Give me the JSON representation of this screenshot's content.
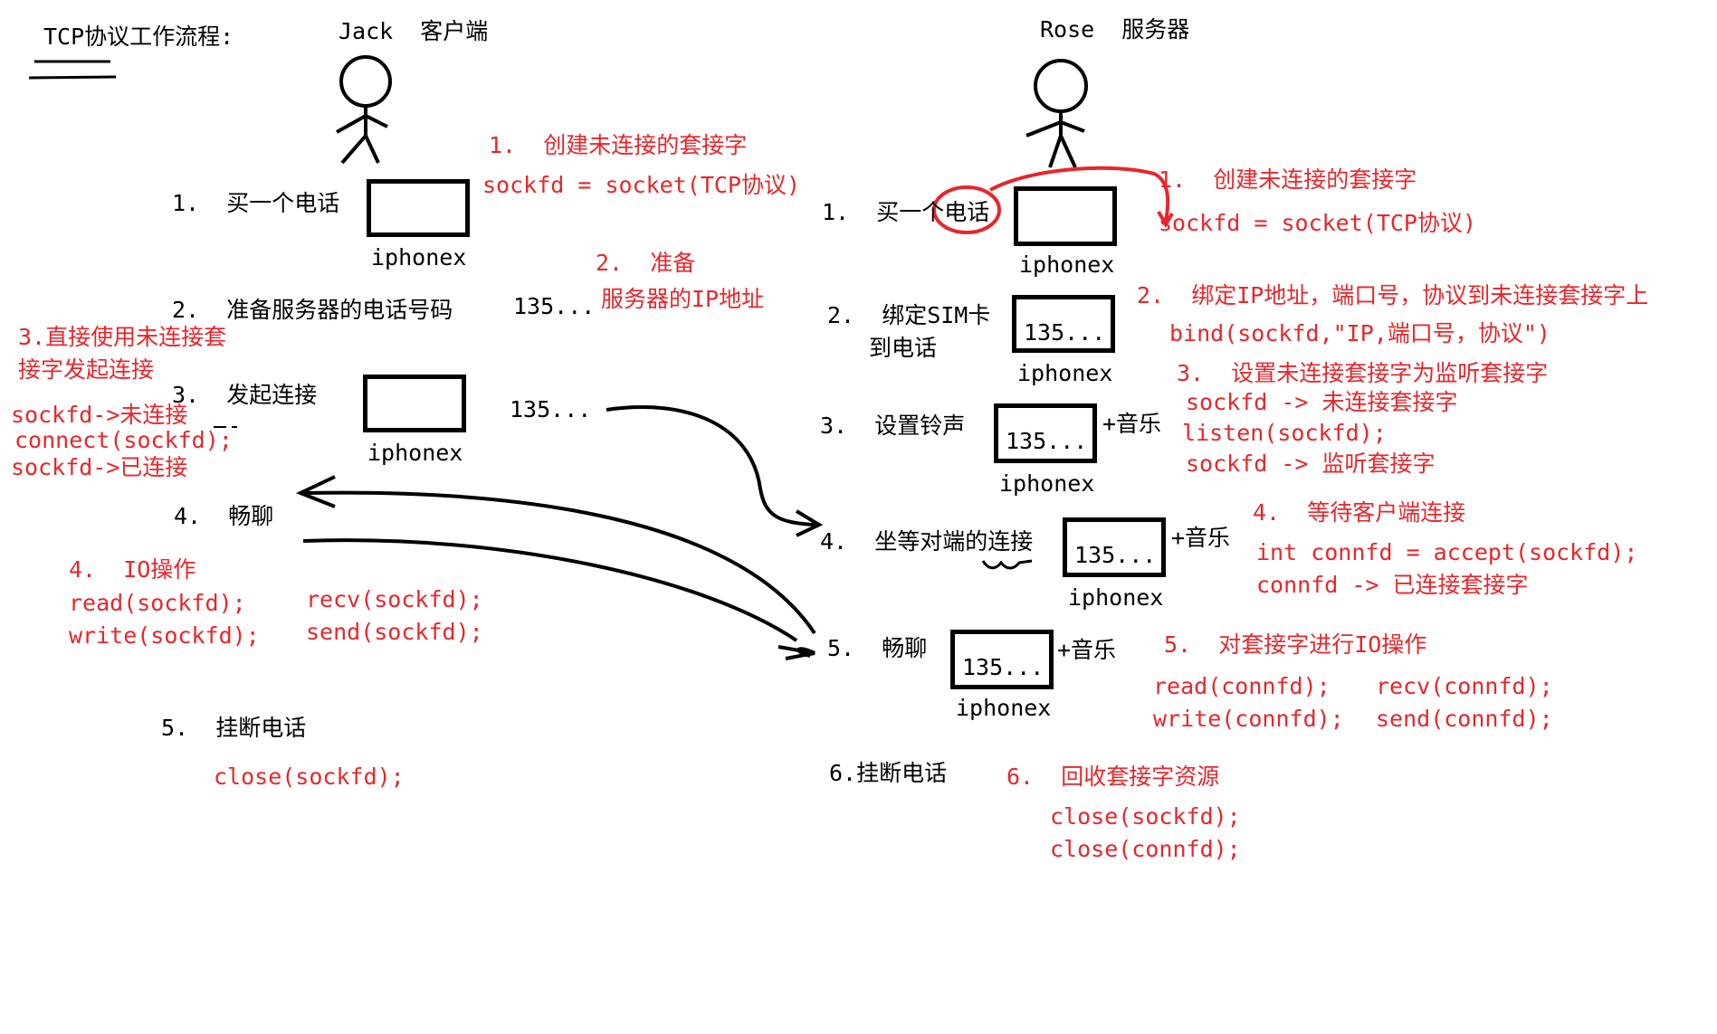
{
  "title": "TCP协议工作流程:",
  "client": {
    "header": "Jack  客户端",
    "steps": {
      "s1": "1.  买一个电话",
      "s2": "2.  准备服务器的电话号码",
      "s3": "3.  发起连接",
      "s4": "4.  畅聊",
      "s5": "5.  挂断电话"
    },
    "phone_label": "iphonex",
    "number_text": "135...",
    "notes": {
      "n1_title": "1.  创建未连接的套接字",
      "n1_code": "sockfd = socket(TCP协议)",
      "n2_title": "2.  准备",
      "n2_detail": "服务器的IP地址",
      "n3_line1": "3.直接使用未连接套",
      "n3_line2": "接字发起连接",
      "n3_code1": "sockfd->未连接",
      "n3_code2": "connect(sockfd);",
      "n3_code3": "sockfd->已连接",
      "n4_title": "4.  IO操作",
      "n4_read": "read(sockfd);",
      "n4_write": "write(sockfd);",
      "n4_recv": "recv(sockfd);",
      "n4_send": "send(sockfd);",
      "n5_close": "close(sockfd);"
    }
  },
  "server": {
    "header": "Rose  服务器",
    "steps": {
      "s1": "1.  买一个电话",
      "s2a": "2.  绑定SIM卡",
      "s2b": "到电话",
      "s3": "3.  设置铃声",
      "s4": "4.  坐等对端的连接",
      "s5": "5.  畅聊",
      "s6": "6.挂断电话"
    },
    "phone_label": "iphonex",
    "number_text": "135...",
    "music": "+音乐",
    "notes": {
      "n1_title": "1.  创建未连接的套接字",
      "n1_code": "sockfd = socket(TCP协议)",
      "n2_title": "2.  绑定IP地址，端口号，协议到未连接套接字上",
      "n2_code": "bind(sockfd,\"IP,端口号，协议\")",
      "n3_title": "3.  设置未连接套接字为监听套接字",
      "n3_code1": "sockfd -> 未连接套接字",
      "n3_code2": "listen(sockfd);",
      "n3_code3": "sockfd -> 监听套接字",
      "n4_title": "4.  等待客户端连接",
      "n4_code1": "int connfd = accept(sockfd);",
      "n4_code2": "connfd -> 已连接套接字",
      "n5_title": "5.  对套接字进行IO操作",
      "n5_read": "read(connfd);",
      "n5_write": "write(connfd);",
      "n5_recv": "recv(connfd);",
      "n5_send": "send(connfd);",
      "n6_title": "6.  回收套接字资源",
      "n6_close1": "close(sockfd);",
      "n6_close2": "close(connfd);"
    }
  },
  "colors": {
    "ink": "#000000",
    "annotation": "#e8262b"
  }
}
